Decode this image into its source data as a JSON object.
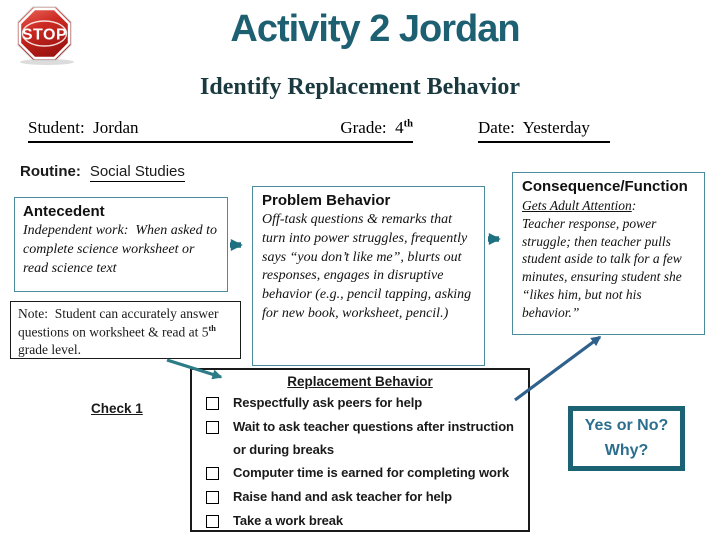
{
  "header": {
    "title": "Activity 2 Jordan",
    "subtitle": "Identify Replacement Behavior",
    "stop_label": "STOP"
  },
  "info_line": {
    "student_label": "Student:  Jordan",
    "grade_label": "Grade:  4",
    "grade_sup": "th",
    "date_label": "Date:  Yesterday"
  },
  "routine": {
    "label": "Routine:",
    "value": "Social Studies"
  },
  "antecedent": {
    "title": "Antecedent",
    "body": "Independent work:  When asked to complete science worksheet or read science text"
  },
  "note": {
    "text_start": "Note:  Student can accurately answer questions on worksheet & read at 5",
    "sup": "th",
    "text_end": " grade level."
  },
  "problem": {
    "title": "Problem Behavior",
    "body": "Off-task questions & remarks that turn into power struggles, frequently says “you don’t like me”, blurts out responses, engages in disruptive behavior (e.g., pencil tapping, asking for new book, worksheet, pencil.)"
  },
  "consequence": {
    "title": "Consequence/Function",
    "lead": "Gets Adult Attention",
    "lead_colon": ":",
    "body": "Teacher response, power struggle; then teacher pulls student aside to talk for a few minutes, ensuring student she “likes him, but not his behavior.”"
  },
  "replacement": {
    "title": "Replacement Behavior",
    "items": [
      "Respectfully ask peers for help",
      "Wait to ask teacher questions after instruction or during breaks",
      "Computer time is earned for completing work",
      "Raise hand and ask teacher for help",
      "Take a work break"
    ]
  },
  "check": {
    "label": "Check 1"
  },
  "decision": {
    "line1": "Yes or No?",
    "line2": "Why?"
  },
  "colors": {
    "title_teal": "#1d6072",
    "box_border_teal": "#4a8c99",
    "arrow_teal": "#1f7080",
    "arrow_blue": "#2f618c",
    "decision_border": "#1b6272",
    "decision_text": "#2b6e8e",
    "stop_red": "#c1272d"
  }
}
